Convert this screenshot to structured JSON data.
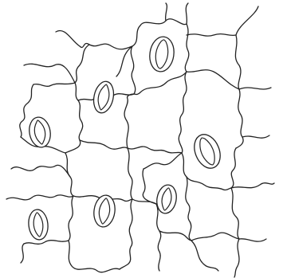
{
  "figure": {
    "subject": "epidermal-cells-with-stomata",
    "line_color": "#222222",
    "background_color": "#ffffff"
  },
  "stomata": [
    {
      "id": "stoma-1"
    },
    {
      "id": "stoma-2"
    },
    {
      "id": "stoma-3"
    },
    {
      "id": "stoma-4"
    },
    {
      "id": "stoma-5"
    },
    {
      "id": "stoma-6"
    },
    {
      "id": "stoma-7"
    }
  ]
}
